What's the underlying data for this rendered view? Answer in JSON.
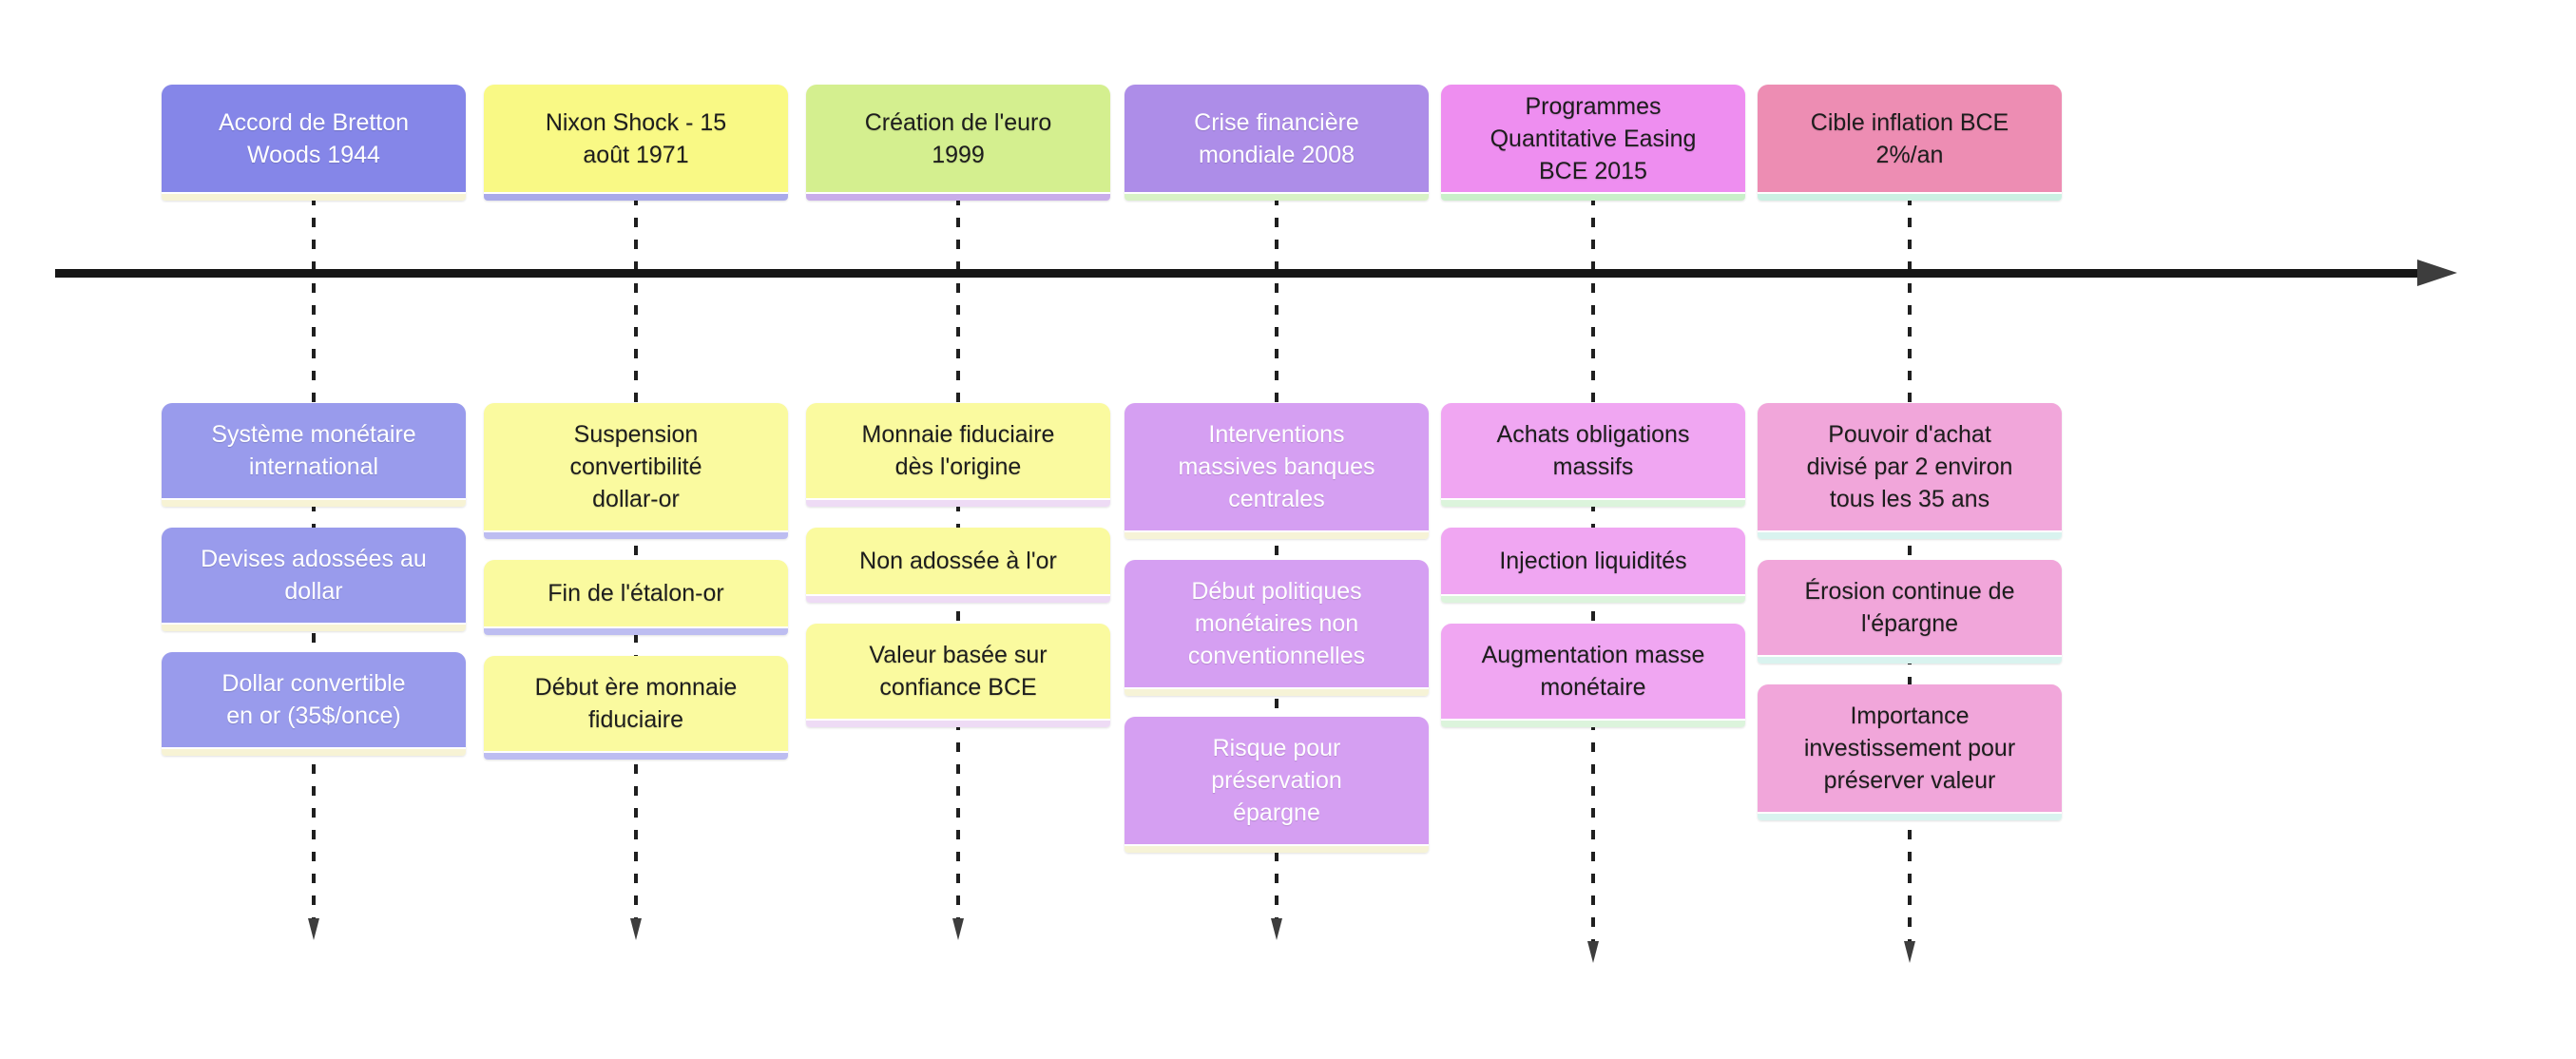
{
  "diagram": {
    "type": "horizontal-timeline",
    "background": "#ffffff",
    "axis_color": "#161616",
    "arrowhead_color": "#3d3d3d",
    "connector_style": "dashed",
    "columns": [
      {
        "title": "Accord de Bretton\nWoods 1944",
        "header_color": "#8586e8",
        "header_strip_color": "#f7f3d5",
        "title_text_color": "#ffffff",
        "event_color": "#999bec",
        "event_strip_color": "#f7f3d5",
        "event_text_color": "#ffffff",
        "events": [
          "Système monétaire\ninternational",
          "Devises adossées au\ndollar",
          "Dollar convertible\nen or (35$/once)"
        ]
      },
      {
        "title": "Nixon Shock - 15\naoût 1971",
        "header_color": "#f9f985",
        "header_strip_color": "#aaaae9",
        "title_text_color": "#1d1d1d",
        "event_color": "#fafa9f",
        "event_strip_color": "#bdbdf1",
        "event_text_color": "#1d1d1d",
        "events": [
          "Suspension\nconvertibilité\ndollar-or",
          "Fin de l'étalon-or",
          "Début ère monnaie\nfiduciaire"
        ]
      },
      {
        "title": "Création de l'euro\n1999",
        "header_color": "#d4ef8f",
        "header_strip_color": "#c9ade9",
        "title_text_color": "#1d1d1d",
        "event_color": "#fafa9f",
        "event_strip_color": "#eedbf5",
        "event_text_color": "#1d1d1d",
        "events": [
          "Monnaie fiduciaire\ndès l'origine",
          "Non adossée à l'or",
          "Valeur basée sur\nconfiance BCE"
        ]
      },
      {
        "title": "Crise financière\nmondiale 2008",
        "header_color": "#ad8de8",
        "header_strip_color": "#d8f2c6",
        "title_text_color": "#ffffff",
        "event_color": "#d59ff2",
        "event_strip_color": "#f6f3d7",
        "event_text_color": "#ffffff",
        "events": [
          "Interventions\nmassives banques\ncentrales",
          "Début politiques\nmonétaires non\nconventionnelles",
          "Risque pour\npréservation\népargne"
        ]
      },
      {
        "title": "Programmes\nQuantitative Easing\nBCE 2015",
        "header_color": "#ee8ef0",
        "header_strip_color": "#c9efc9",
        "title_text_color": "#1d1d1d",
        "event_color": "#f0a6f2",
        "event_strip_color": "#dcf4dc",
        "event_text_color": "#1d1d1d",
        "events": [
          "Achats obligations\nmassifs",
          "Injection liquidités",
          "Augmentation masse\nmonétaire"
        ]
      },
      {
        "title": "Cible inflation BCE\n2%/an",
        "header_color": "#ed8db3",
        "header_strip_color": "#cbf1e3",
        "title_text_color": "#1d1d1d",
        "event_color": "#f1a6da",
        "event_strip_color": "#d9f3ef",
        "event_text_color": "#1d1d1d",
        "events": [
          "Pouvoir d'achat\ndivisé par 2 environ\ntous les 35 ans",
          "Érosion continue de\nl'épargne",
          "Importance\ninvestissement pour\npréserver valeur"
        ]
      }
    ]
  }
}
